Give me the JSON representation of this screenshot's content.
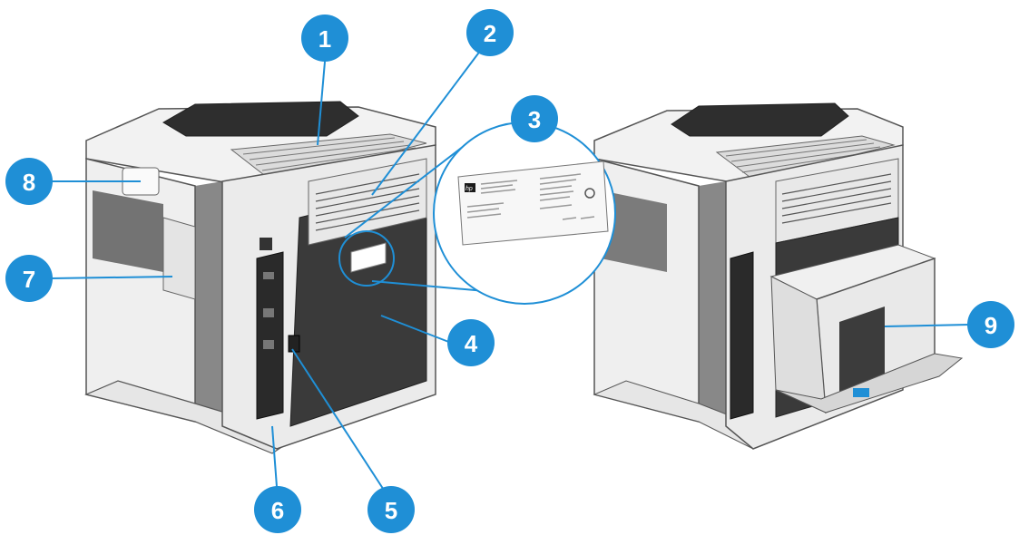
{
  "callouts": [
    {
      "id": "1",
      "label": "1"
    },
    {
      "id": "2",
      "label": "2"
    },
    {
      "id": "3",
      "label": "3"
    },
    {
      "id": "4",
      "label": "4"
    },
    {
      "id": "5",
      "label": "5"
    },
    {
      "id": "6",
      "label": "6"
    },
    {
      "id": "7",
      "label": "7"
    },
    {
      "id": "8",
      "label": "8"
    },
    {
      "id": "9",
      "label": "9"
    }
  ],
  "label_logo": "hp",
  "colors": {
    "callout_fill": "#1f8fd6",
    "callout_line": "#1f8fd6",
    "printer_body": "#eeeeee",
    "printer_edge": "#555555",
    "door_dark": "#3a3a3a",
    "vent": "#444444"
  }
}
